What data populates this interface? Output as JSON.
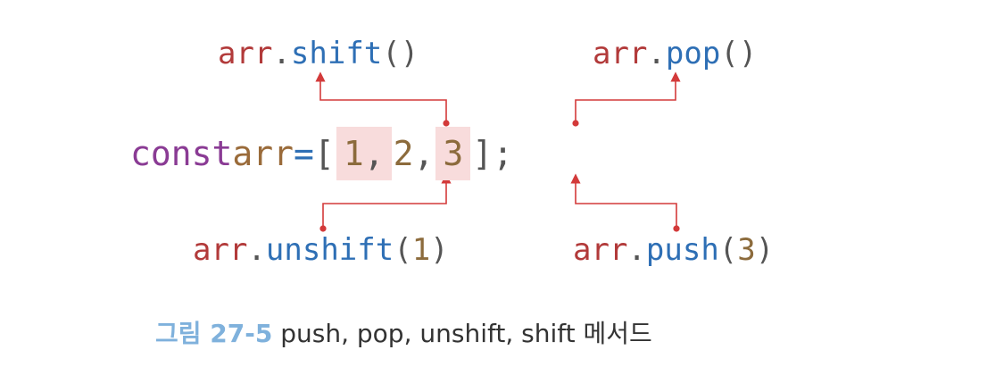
{
  "code_line": {
    "keyword": "const",
    "variable": "arr",
    "operator": "=",
    "open_bracket": "[",
    "element_1": "1",
    "comma": ",",
    "element_2": "2",
    "element_3": "3",
    "close_bracket": "];"
  },
  "labels": {
    "shift": {
      "obj": "arr",
      "dot": ".",
      "method": "shift",
      "open": "(",
      "arg": "",
      "close": ")"
    },
    "pop": {
      "obj": "arr",
      "dot": ".",
      "method": "pop",
      "open": "(",
      "arg": "",
      "close": ")"
    },
    "unshift": {
      "obj": "arr",
      "dot": ".",
      "method": "unshift",
      "open": "(",
      "arg": "1",
      "close": ")"
    },
    "push": {
      "obj": "arr",
      "dot": ".",
      "method": "push",
      "open": "(",
      "arg": "3",
      "close": ")"
    }
  },
  "caption": {
    "figure_number": "그림 27-5",
    "text": "push, pop, unshift, shift 메서드"
  },
  "colors": {
    "arrow": "#d33a3a",
    "highlight": "#f8dcdc",
    "keyword": "#8a3b94",
    "method": "#2e6fb5",
    "object": "#b23a3a",
    "figure_number": "#7fb1dc"
  }
}
